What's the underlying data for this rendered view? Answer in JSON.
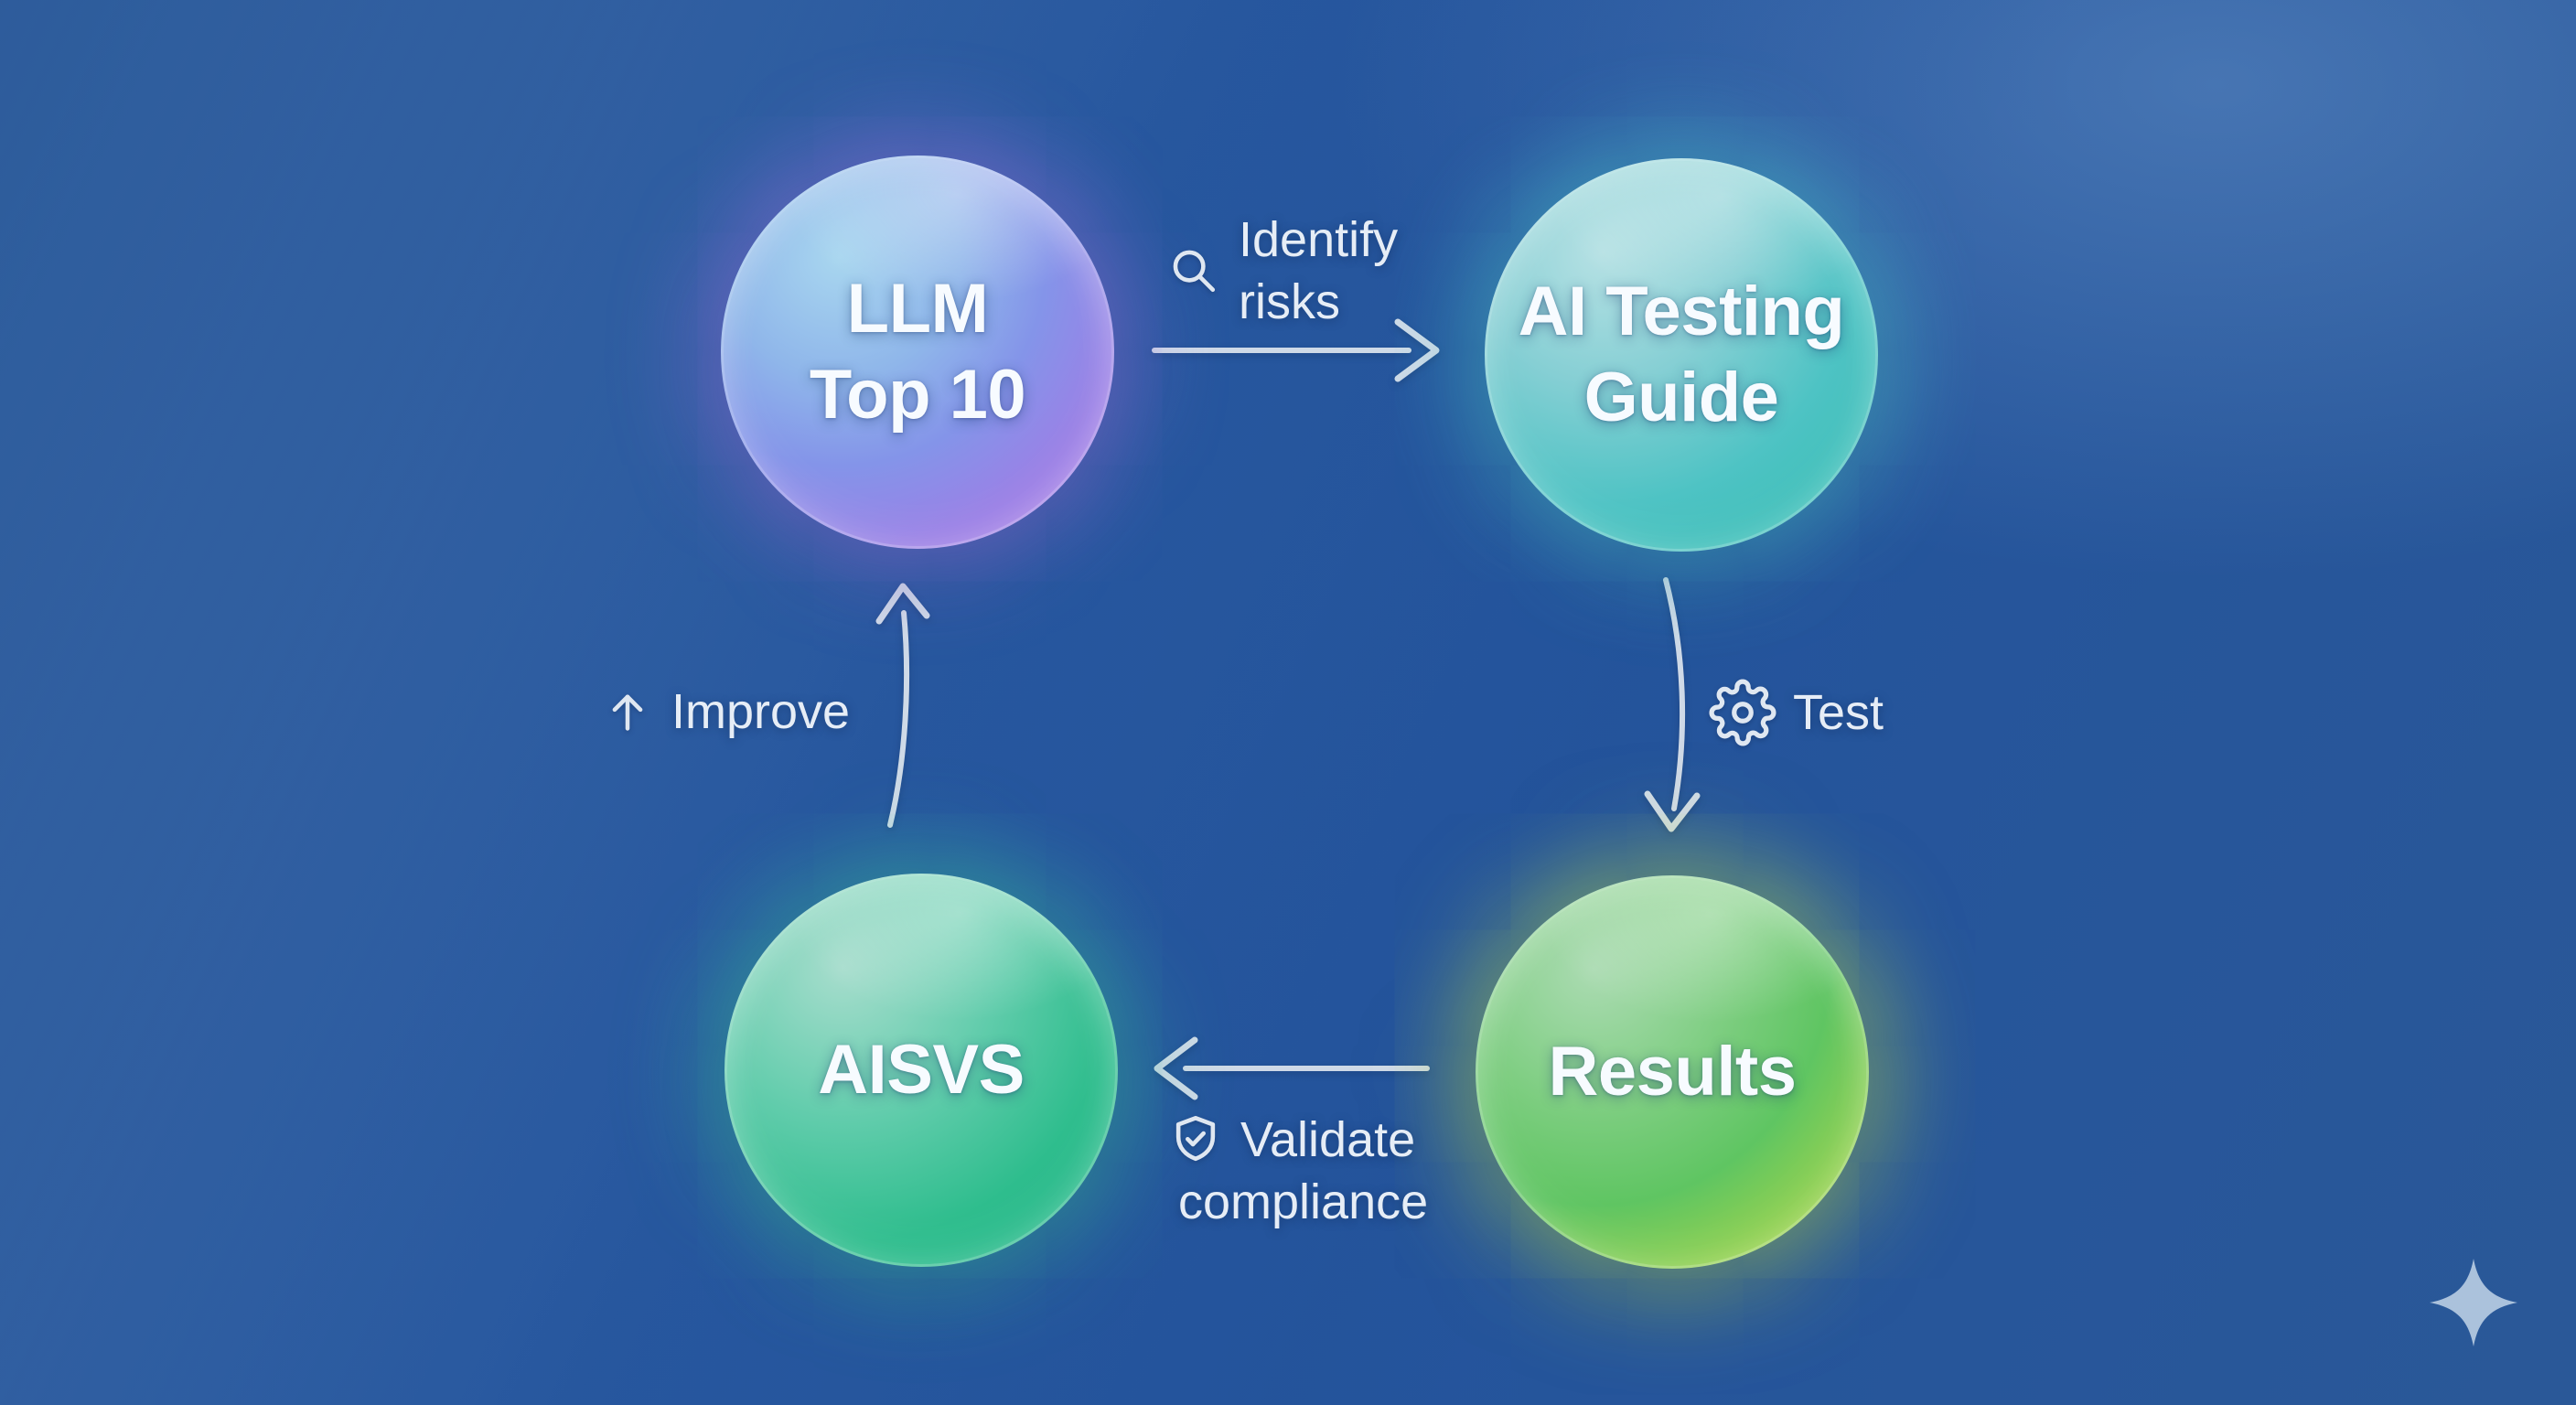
{
  "diagram": {
    "title_visible": false,
    "nodes": {
      "llm_top10": {
        "line1": "LLM",
        "line2": "Top 10"
      },
      "ai_testing_guide": {
        "line1": "AI Testing",
        "line2": "Guide"
      },
      "results": {
        "label": "Results"
      },
      "aisvs": {
        "label": "AISVS"
      }
    },
    "edges": {
      "identify_risks": {
        "line1": "Identify",
        "line2": "risks",
        "icon": "magnifier-icon",
        "from": "LLM Top 10",
        "to": "AI Testing Guide",
        "direction": "right"
      },
      "test": {
        "label": "Test",
        "icon": "gear-icon",
        "from": "AI Testing Guide",
        "to": "Results",
        "direction": "down"
      },
      "validate_compliance": {
        "line1": "Validate",
        "line2": "compliance",
        "icon": "shield-check-icon",
        "from": "Results",
        "to": "AISVS",
        "direction": "left"
      },
      "improve": {
        "label": "Improve",
        "icon": "arrow-up-icon",
        "from": "AISVS",
        "to": "LLM Top 10",
        "direction": "up"
      }
    },
    "decorations": {
      "sparkle": "sparkle-icon"
    },
    "colors": {
      "background_dark": "#1d4c8e",
      "background_mid": "#2a5ba4",
      "background_light": "#4f83c6",
      "node_llm_gradient": [
        "#a8d6ef",
        "#8494e9",
        "#b77de8"
      ],
      "node_guide_gradient": [
        "#b6e1e4",
        "#4ec3c4",
        "#2fbcae"
      ],
      "node_results_gradient": [
        "#abdbb2",
        "#5fc562",
        "#c0e23b"
      ],
      "node_aisvs_gradient": [
        "#a7ddcd",
        "#2ebd8d",
        "#1fb687"
      ],
      "node_text": "#f7fbff",
      "label_text": "#e6edf6",
      "arrow": "#d9e1ec",
      "sparkle": "#b7cbe2"
    }
  }
}
